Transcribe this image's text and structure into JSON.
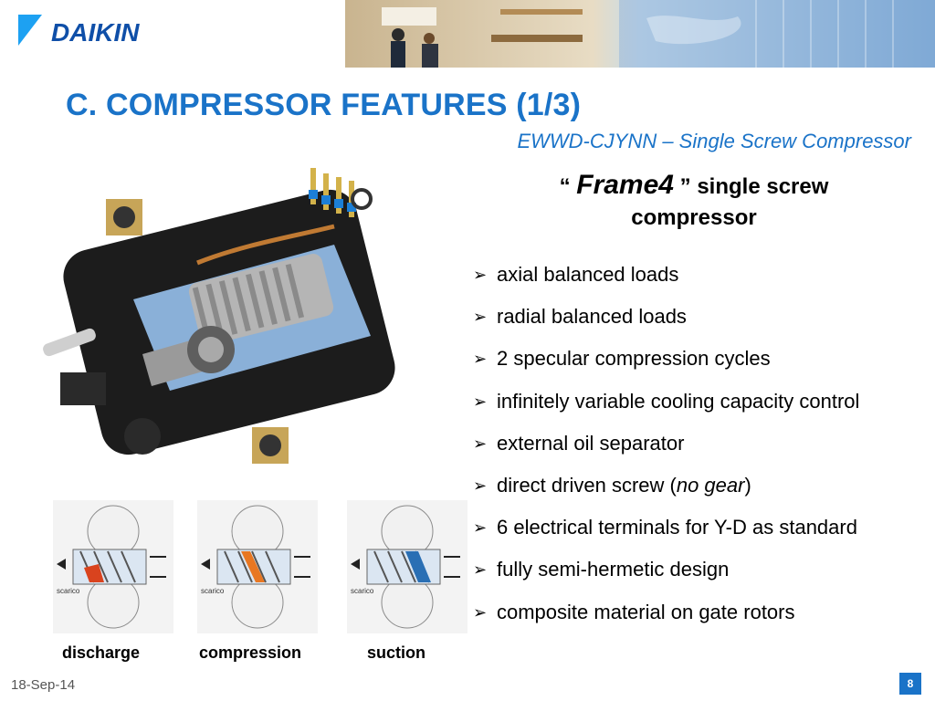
{
  "header": {
    "logo_text": "DAIKIN"
  },
  "title": "C.  COMPRESSOR FEATURES (1/3)",
  "subtitle": "EWWD-CJYNN  – Single Screw Compressor",
  "frame_heading": {
    "open_quote": "“ ",
    "model": "Frame4",
    "close_quote": " ”",
    "line1_rest": " single screw",
    "line2": "compressor"
  },
  "bullets": [
    {
      "text": "axial balanced loads"
    },
    {
      "text": "radial balanced loads"
    },
    {
      "text": "2 specular compression cycles"
    },
    {
      "text": "infinitely variable cooling capacity control"
    },
    {
      "text": "external oil separator"
    },
    {
      "text_before": "direct driven screw (",
      "italic": "no gear",
      "text_after": ")"
    },
    {
      "text": "6 electrical terminals for Y-D as standard"
    },
    {
      "text": "fully semi-hermetic design"
    },
    {
      "text": "composite material on gate rotors"
    }
  ],
  "bullet_icon": "arrow-bullet-icon",
  "diagrams": [
    {
      "label": "discharge",
      "inner_label": "scarico",
      "highlight": "#d9431e"
    },
    {
      "label": "compression",
      "inner_label": "scarico",
      "highlight": "#e87722"
    },
    {
      "label": "suction",
      "inner_label": "scarico",
      "highlight": "#2a6fb4"
    }
  ],
  "footer": {
    "date": "18-Sep-14",
    "page": "8"
  },
  "colors": {
    "accent": "#1a73c8"
  }
}
